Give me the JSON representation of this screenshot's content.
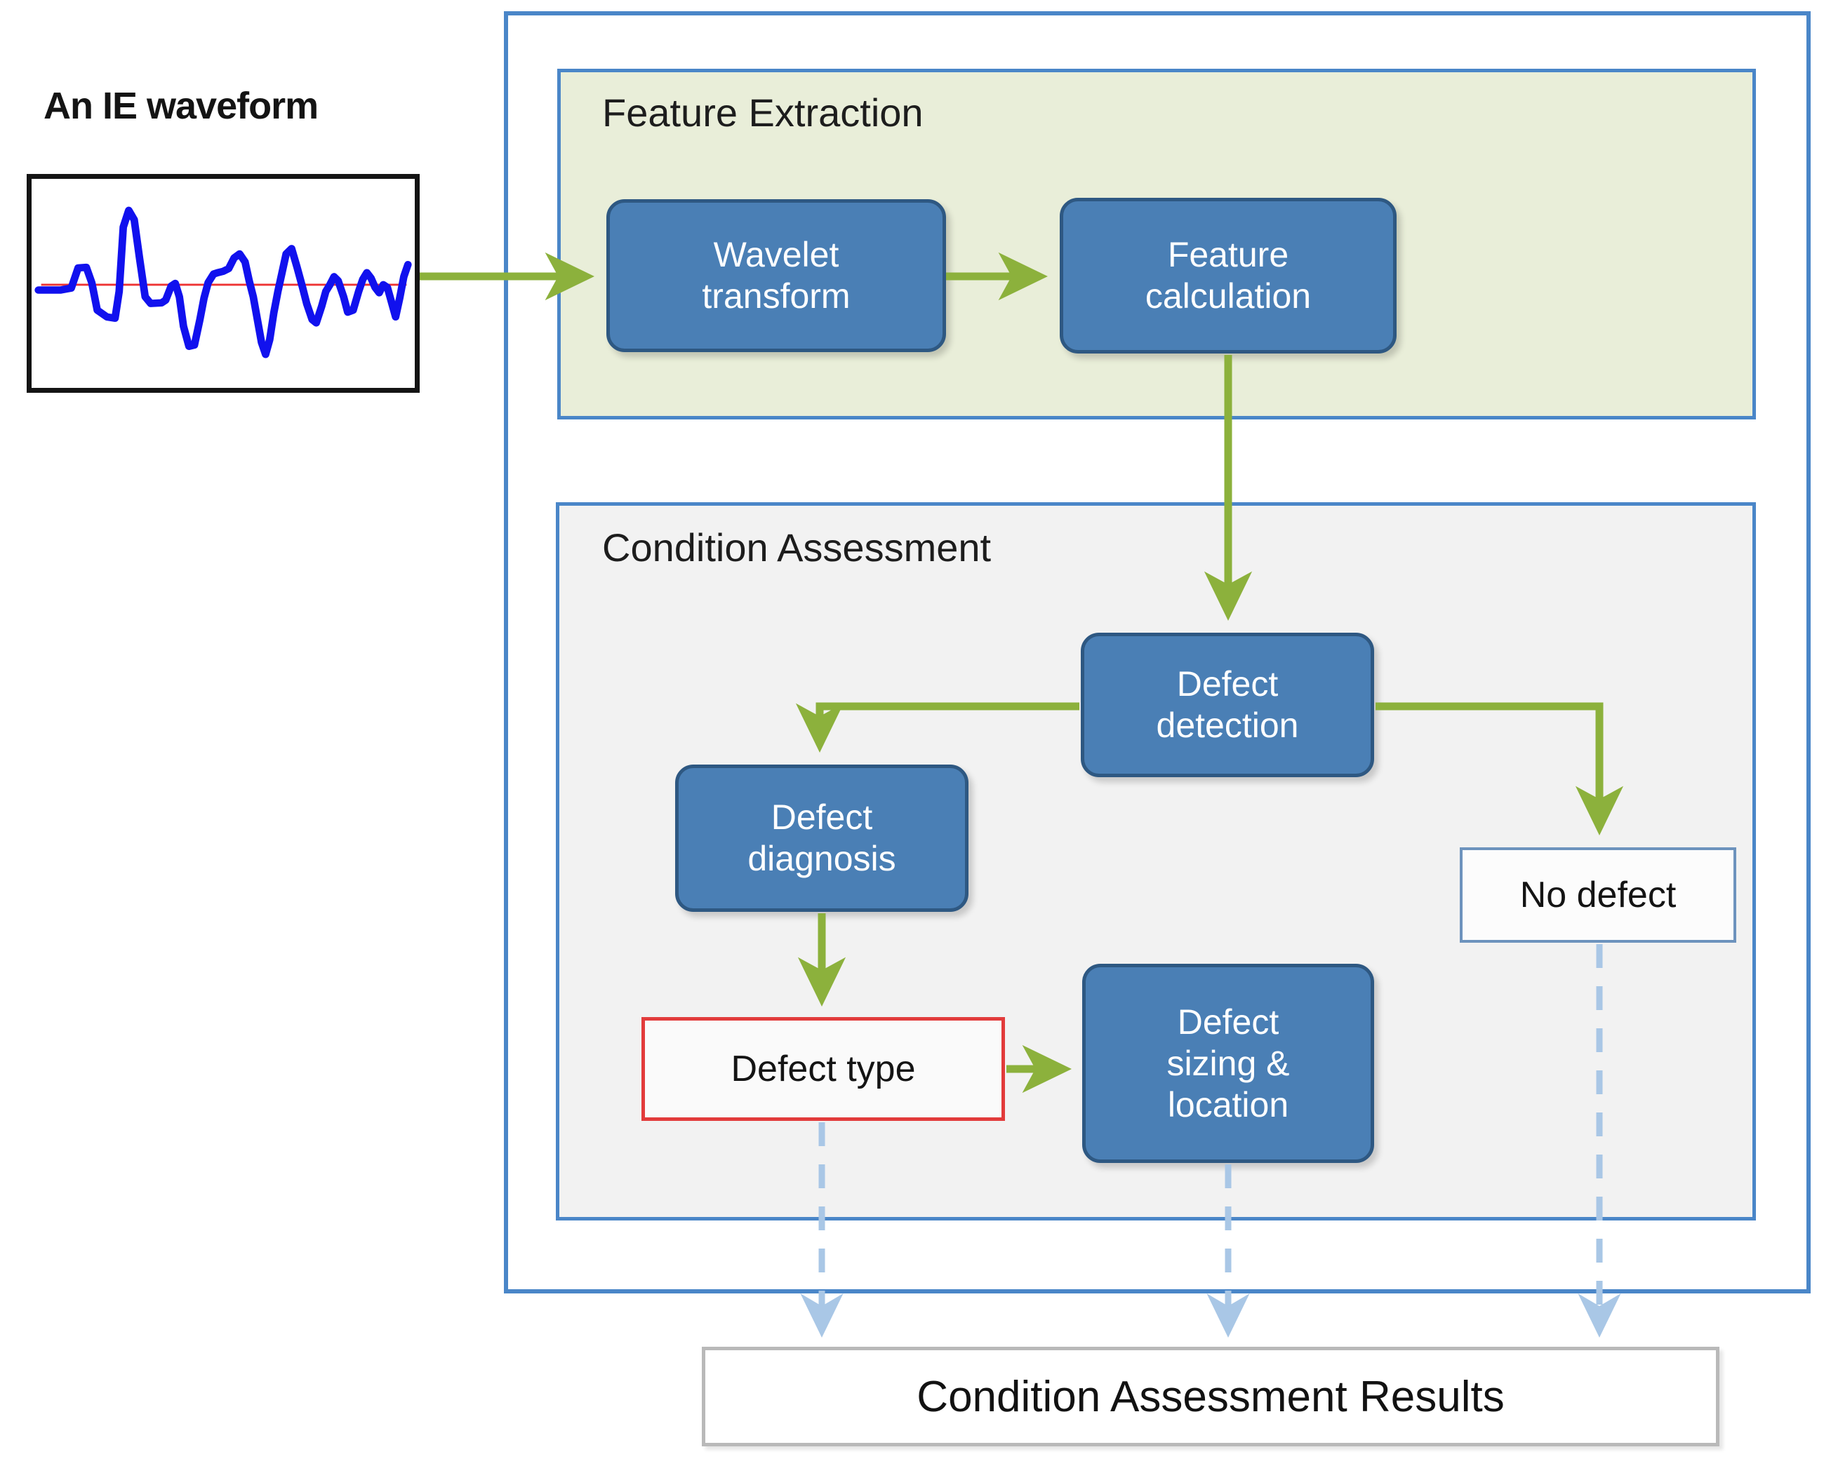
{
  "waveform": {
    "title": "An IE waveform",
    "signal_color": "#1111ee",
    "baseline_color": "#ee3333",
    "border_color": "#141414"
  },
  "outer_frame": {
    "border_color": "#4a86c8"
  },
  "feature_extraction": {
    "title": "Feature Extraction",
    "panel_fill": "#e9eed9",
    "panel_border": "#4a86c8",
    "nodes": [
      {
        "id": "wavelet-transform",
        "label": "Wavelet\ntransform",
        "line1": "Wavelet",
        "line2": "transform"
      },
      {
        "id": "feature-calculation",
        "label": "Feature\ncalculation",
        "line1": "Feature",
        "line2": "calculation"
      }
    ]
  },
  "condition_assessment": {
    "title": "Condition Assessment",
    "panel_fill": "#f2f2f2",
    "panel_border": "#4a86c8",
    "nodes": [
      {
        "id": "defect-detection",
        "line1": "Defect",
        "line2": "detection"
      },
      {
        "id": "defect-diagnosis",
        "line1": "Defect",
        "line2": "diagnosis"
      },
      {
        "id": "defect-sizing-location",
        "line1": "Defect",
        "line2": "sizing &",
        "line3": "location"
      }
    ],
    "outcome_boxes": [
      {
        "id": "no-defect",
        "label": "No defect",
        "border_color": "#6d93bd"
      },
      {
        "id": "defect-type",
        "label": "Defect type",
        "border_color": "#e23b3b"
      }
    ]
  },
  "results": {
    "label": "Condition Assessment Results",
    "border_color": "#b9b9b9"
  },
  "colors": {
    "node_fill": "#4a7fb5",
    "node_border": "#2e5882",
    "flow_arrow": "#8cb13c",
    "dashed_arrow": "#a9c7e6",
    "frame_blue": "#4a86c8"
  },
  "flows": {
    "solid": [
      {
        "from": "waveform",
        "to": "wavelet-transform"
      },
      {
        "from": "wavelet-transform",
        "to": "feature-calculation"
      },
      {
        "from": "feature-calculation",
        "to": "defect-detection"
      },
      {
        "from": "defect-detection",
        "to": "defect-diagnosis"
      },
      {
        "from": "defect-detection",
        "to": "no-defect"
      },
      {
        "from": "defect-diagnosis",
        "to": "defect-type"
      },
      {
        "from": "defect-type",
        "to": "defect-sizing-location"
      }
    ],
    "dashed": [
      {
        "from": "defect-type",
        "to": "results"
      },
      {
        "from": "defect-sizing-location",
        "to": "results"
      },
      {
        "from": "no-defect",
        "to": "results"
      }
    ]
  }
}
